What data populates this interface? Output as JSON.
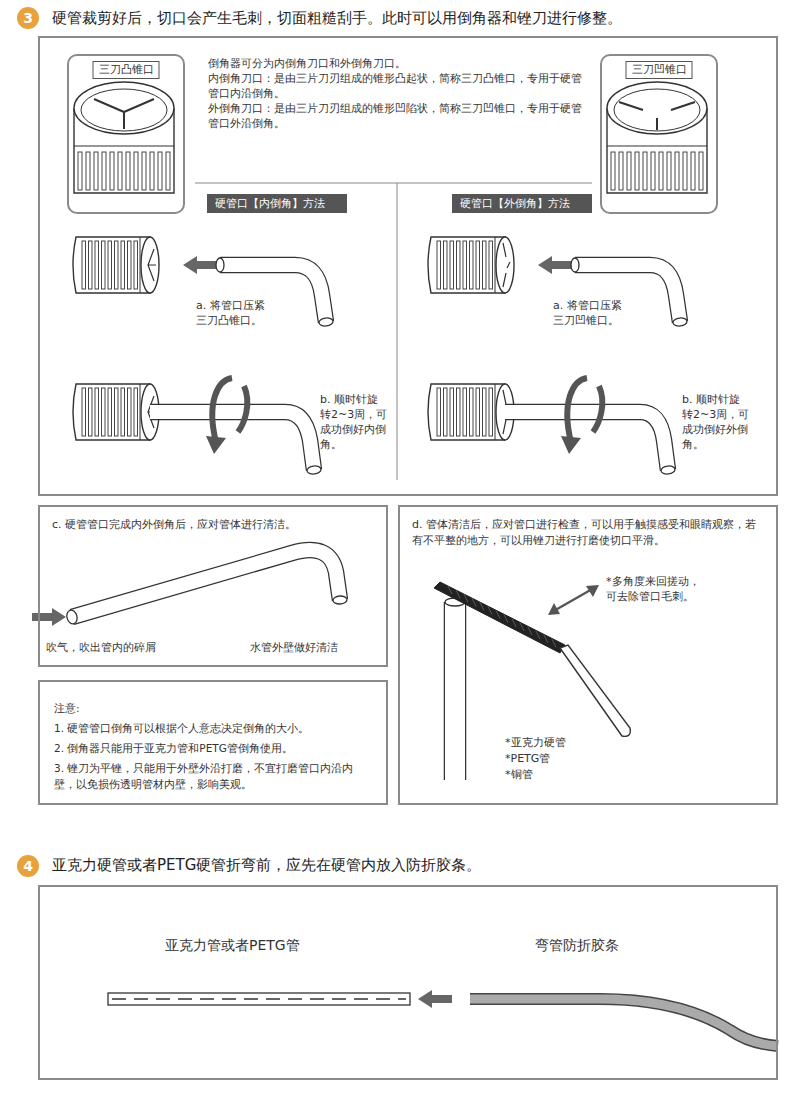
{
  "diagram": {
    "nodes": [
      {
        "text": [
          "硬管裁剪好后，切口会产生毛刺，切面粗糙刮手。此时可以用倒角器和锉刀进行修整。"
        ]
      },
      {
        "text": [
          "三刀凸锥口"
        ],
        "in": 0
      },
      {
        "text": [
          "三刀凹锥口"
        ],
        "in": 0
      },
      {
        "text": [
          "硬管口【内倒角】方法"
        ],
        "in": 0
      },
      {
        "text": [
          "硬管口【外倒角】方法"
        ],
        "in": 0
      },
      {
        "text": [
          "c. 硬管管口完成内外倒角后，应对管体进行清洁。"
        ]
      },
      {
        "text": [
          "d. 管体清洁后，应对管口进行检查，可以用手触摸感受和眼睛观察，若有不平整的地方，可以用锉刀进行打磨使切口平滑。"
        ]
      },
      {
        "text": [
          "注意:",
          "1. 硬管管口倒角可以根据个人意志决定倒角的大小。",
          "2. 倒角器只能用于亚克力管和PETG管倒角使用。",
          "3. 锉刀为平锉，只能用于外壁外沿打磨，不宜打磨管口内沿内壁，以免损伤透明管材内壁，影响美观。"
        ]
      },
      {
        "text": [
          "亚克力硬管或者PETG硬管折弯前，应先在硬管内放入防折胶条。"
        ]
      }
    ],
    "labels": [
      "3",
      "倒角器可分为内倒角刀口和外倒角刀口。",
      "内倒角刀口：是由三片刀刃组成的锥形凸起状，简称三刀凸锥口，专用于硬管管口内沿倒角。",
      "外倒角刀口：是由三片刀刃组成的锥形凹陷状，简称三刀凹锥口，专用于硬管管口外沿倒角。",
      "a. 将管口压紧 三刀凸锥口。",
      "b. 顺时针旋转2~3周，可成功倒好内倒角。",
      "a. 将管口压紧 三刀凹锥口。",
      "b. 顺时针旋转2~3周，可成功倒好外倒角。",
      "吹气，吹出管内的碎屑",
      "水管外壁做好清洁",
      "*多角度来回搓动，可去除管口毛刺。",
      "*亚克力硬管",
      "*PETG管",
      "*铜管",
      "4",
      "亚克力管或者PETG管",
      "弯管防折胶条"
    ]
  }
}
